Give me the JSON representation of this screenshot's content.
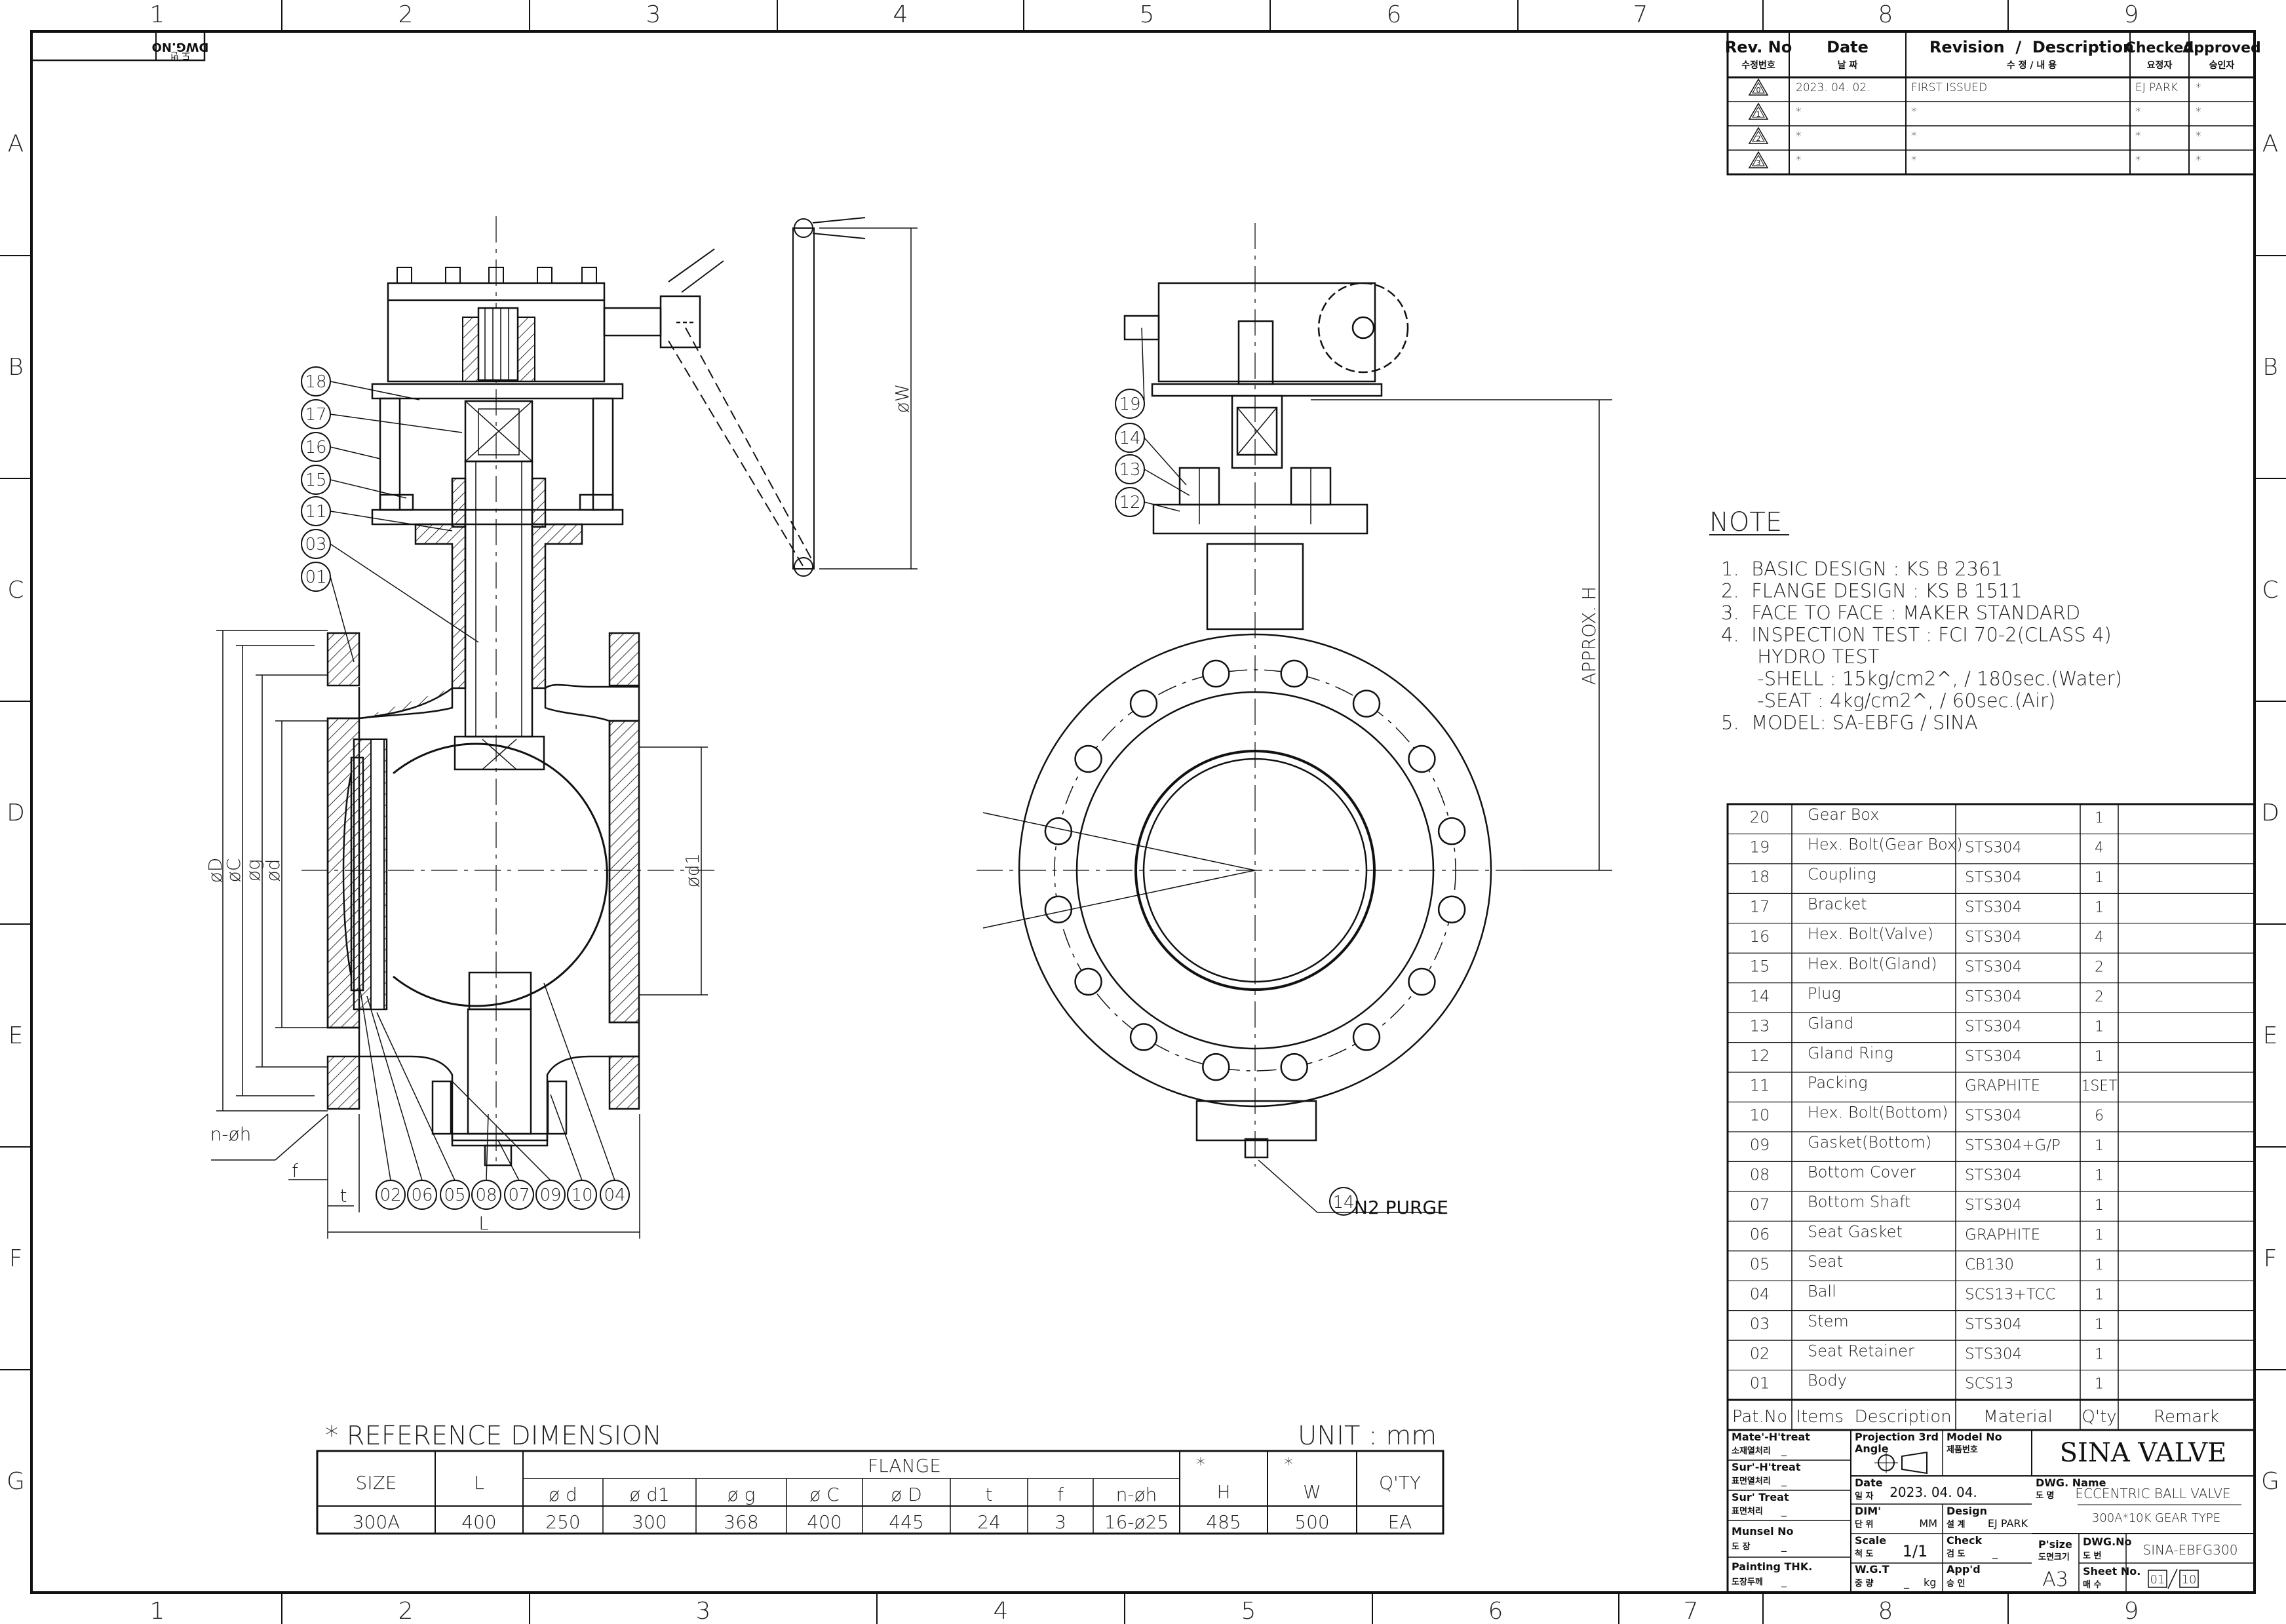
{
  "border": {
    "cols_top": [
      "1",
      "2",
      "3",
      "4",
      "5",
      "6",
      "7",
      "8",
      "9"
    ],
    "cols_bottom": [
      "1",
      "2",
      "3",
      "4",
      "5",
      "6",
      "7",
      "8",
      "9"
    ],
    "rows": [
      "A",
      "B",
      "C",
      "D",
      "E",
      "F",
      "G"
    ]
  },
  "corner_tag": {
    "korean": "도 번",
    "label": "DWG.NO"
  },
  "revision": {
    "headers": {
      "rev": "Rev. No",
      "rev_kr": "수정번호",
      "date": "Date",
      "date_kr": "날 짜",
      "desc": "Revision  /  Description",
      "desc_kr": "수 정 / 내 용",
      "checked": "Checked",
      "checked_kr": "요정자",
      "approved": "Approved",
      "approved_kr": "승인자"
    },
    "rows": [
      {
        "rev": "0",
        "date": "2023. 04. 02.",
        "desc": "FIRST ISSUED",
        "checked": "EJ PARK",
        "approved": "*"
      },
      {
        "rev": "1",
        "date": "*",
        "desc": "*",
        "checked": "*",
        "approved": "*"
      },
      {
        "rev": "2",
        "date": "*",
        "desc": "*",
        "checked": "*",
        "approved": "*"
      },
      {
        "rev": "3",
        "date": "*",
        "desc": "*",
        "checked": "*",
        "approved": "*"
      }
    ]
  },
  "note": {
    "title": "NOTE",
    "lines": [
      "1.  BASIC DESIGN : KS B 2361",
      "2.  FLANGE DESIGN : KS B 1511",
      "3.  FACE TO FACE : MAKER STANDARD",
      "4.  INSPECTION TEST : FCI 70-2(CLASS 4)",
      "      HYDRO TEST",
      "      -SHELL : 15kg/cm2^, / 180sec.(Water)",
      "      -SEAT : 4kg/cm2^, / 60sec.(Air)",
      "5.  MODEL: SA-EBFG / SINA"
    ]
  },
  "bom": {
    "headers": {
      "no": "Pat.No",
      "desc": "Items  Description",
      "material": "Material",
      "qty": "Q'ty",
      "remark": "Remark"
    },
    "rows": [
      {
        "no": "20",
        "desc": "Gear Box",
        "material": "",
        "qty": "1"
      },
      {
        "no": "19",
        "desc": "Hex. Bolt(Gear Box)",
        "material": "STS304",
        "qty": "4"
      },
      {
        "no": "18",
        "desc": "Coupling",
        "material": "STS304",
        "qty": "1"
      },
      {
        "no": "17",
        "desc": "Bracket",
        "material": "STS304",
        "qty": "1"
      },
      {
        "no": "16",
        "desc": "Hex. Bolt(Valve)",
        "material": "STS304",
        "qty": "4"
      },
      {
        "no": "15",
        "desc": "Hex. Bolt(Gland)",
        "material": "STS304",
        "qty": "2"
      },
      {
        "no": "14",
        "desc": "Plug",
        "material": "STS304",
        "qty": "2"
      },
      {
        "no": "13",
        "desc": "Gland",
        "material": "STS304",
        "qty": "1"
      },
      {
        "no": "12",
        "desc": "Gland Ring",
        "material": "STS304",
        "qty": "1"
      },
      {
        "no": "11",
        "desc": "Packing",
        "material": "GRAPHITE",
        "qty": "1SET"
      },
      {
        "no": "10",
        "desc": "Hex. Bolt(Bottom)",
        "material": "STS304",
        "qty": "6"
      },
      {
        "no": "09",
        "desc": "Gasket(Bottom)",
        "material": "STS304+G/P",
        "qty": "1"
      },
      {
        "no": "08",
        "desc": "Bottom Cover",
        "material": "STS304",
        "qty": "1"
      },
      {
        "no": "07",
        "desc": "Bottom Shaft",
        "material": "STS304",
        "qty": "1"
      },
      {
        "no": "06",
        "desc": "Seat Gasket",
        "material": "GRAPHITE",
        "qty": "1"
      },
      {
        "no": "05",
        "desc": "Seat",
        "material": "CB130",
        "qty": "1"
      },
      {
        "no": "04",
        "desc": "Ball",
        "material": "SCS13+TCC",
        "qty": "1"
      },
      {
        "no": "03",
        "desc": "Stem",
        "material": "STS304",
        "qty": "1"
      },
      {
        "no": "02",
        "desc": "Seat Retainer",
        "material": "STS304",
        "qty": "1"
      },
      {
        "no": "01",
        "desc": "Body",
        "material": "SCS13",
        "qty": "1"
      }
    ]
  },
  "title_block": {
    "mate_treat": "Mate'-H'treat",
    "mate_treat_kr": "소재열처리",
    "mate_treat_val": "_",
    "sur_treat": "Sur'-H'treat",
    "sur_treat_kr": "표면열처리",
    "sur_treat_val": "_",
    "sur_treat2": "Sur' Treat",
    "sur_treat2_kr": "표면처리",
    "sur_treat2_val": "_",
    "munsel": "Munsel No",
    "munsel_kr": "도 장",
    "munsel_val": "_",
    "painting": "Painting THK.",
    "painting_kr": "도장두께",
    "painting_val": "_",
    "projection": "Projection 3rd",
    "projection2": "Angle",
    "model_no": "Model No",
    "model_no_kr": "제품번호",
    "company": "SINA VALVE",
    "date_label": "Date",
    "date_kr": "일 자",
    "date_val": "2023. 04. 04.",
    "dim_label": "DIM'",
    "dim_kr": "단 위",
    "dim_val": "MM",
    "design_label": "Design",
    "design_kr": "설 계",
    "design_val": "EJ PARK",
    "scale_label": "Scale",
    "scale_kr": "척 도",
    "scale_val": "1/1",
    "check_label": "Check",
    "check_kr": "검 도",
    "check_val": "_",
    "wgt_label": "W.G.T",
    "wgt_kr": "중 량",
    "wgt_val": "_",
    "wgt_unit": "kg",
    "appd_label": "App'd",
    "appd_kr": "승 인",
    "dwg_name_label": "DWG. Name",
    "dwg_name_kr": "도 명",
    "dwg_name1": "ECCENTRIC BALL VALVE",
    "dwg_name2": "300A*10K GEAR TYPE",
    "psize_label": "P'size",
    "psize_kr": "도면크기",
    "psize_val": "A3",
    "dwgno_label": "DWG.No",
    "dwgno_kr": "도 번",
    "dwgno_val": "SINA-EBFG300",
    "sheet_label": "Sheet No.",
    "sheet_kr": "매 수",
    "sheet_val": "01",
    "sheet_total": "10"
  },
  "reference": {
    "title": "* REFERENCE DIMENSION",
    "unit": "UNIT : mm",
    "flange_label": "FLANGE",
    "headers": [
      "SIZE",
      "L",
      "ø d",
      "ø d1",
      "ø g",
      "ø C",
      "ø D",
      "t",
      "f",
      "n-øh",
      "H",
      "W",
      "Q'TY"
    ],
    "star": "*",
    "values": [
      "300A",
      "400",
      "250",
      "300",
      "368",
      "400",
      "445",
      "24",
      "3",
      "16-ø25",
      "485",
      "500",
      "EA"
    ]
  },
  "drawing": {
    "callouts_left": [
      "18",
      "17",
      "16",
      "15",
      "11",
      "03",
      "01"
    ],
    "callouts_bottom": [
      "02",
      "06",
      "05",
      "08",
      "07",
      "09",
      "10",
      "04"
    ],
    "callouts_right": [
      "19",
      "14",
      "13",
      "12"
    ],
    "purge_num": "14",
    "purge_label": "N2 PURGE",
    "dims": {
      "oD": "øD",
      "oC": "øC",
      "og": "øg",
      "od": "ød",
      "od1": "ød1",
      "oW": "øW",
      "H": "APPROX. H",
      "nh": "n-øh",
      "f": "f",
      "t": "t",
      "L": "L"
    }
  }
}
